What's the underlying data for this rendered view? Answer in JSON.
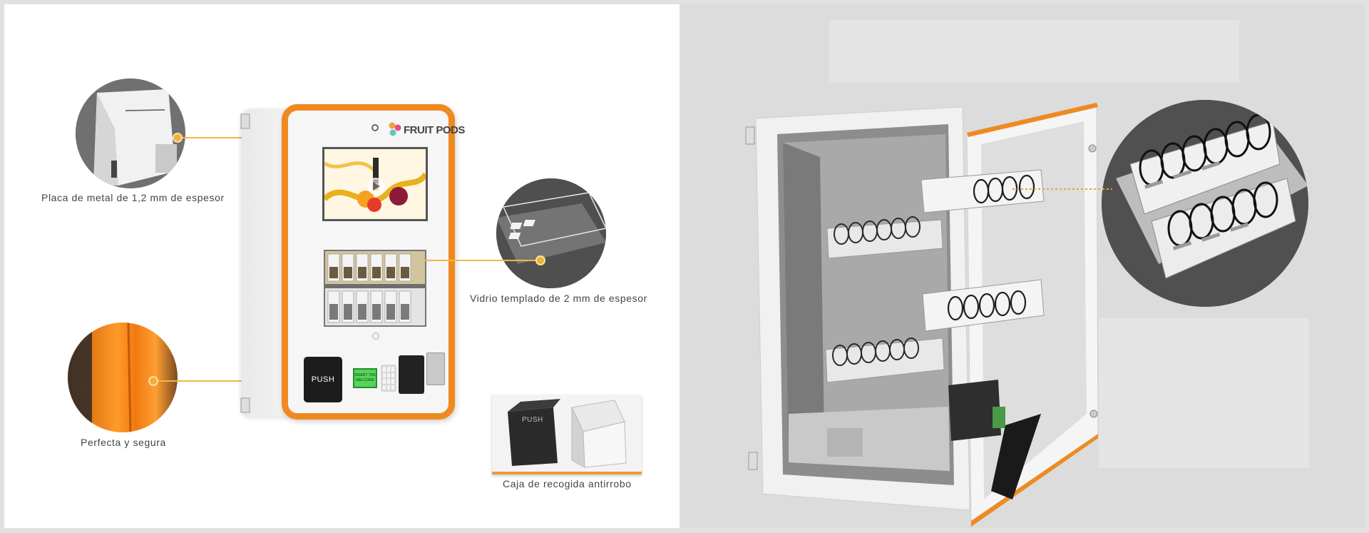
{
  "brand": {
    "name": "FRUIT PODS"
  },
  "machine": {
    "push_label": "PUSH",
    "lcd_lines": [
      "INSERT THE",
      "WELCOME"
    ]
  },
  "callouts": {
    "metal_plate": "Placa de metal de 1,2 mm de espesor",
    "tempered_glass": "Vidrio templado de 2 mm de espesor",
    "perfect_safe": "Perfecta y segura",
    "anti_theft_box": "Caja de recogida antirrobo"
  },
  "box_push_label": "PUSH",
  "colors": {
    "accent_orange": "#ef8a21",
    "leader_yellow": "#f0b944",
    "panel_bg": "#dcdcdc"
  }
}
